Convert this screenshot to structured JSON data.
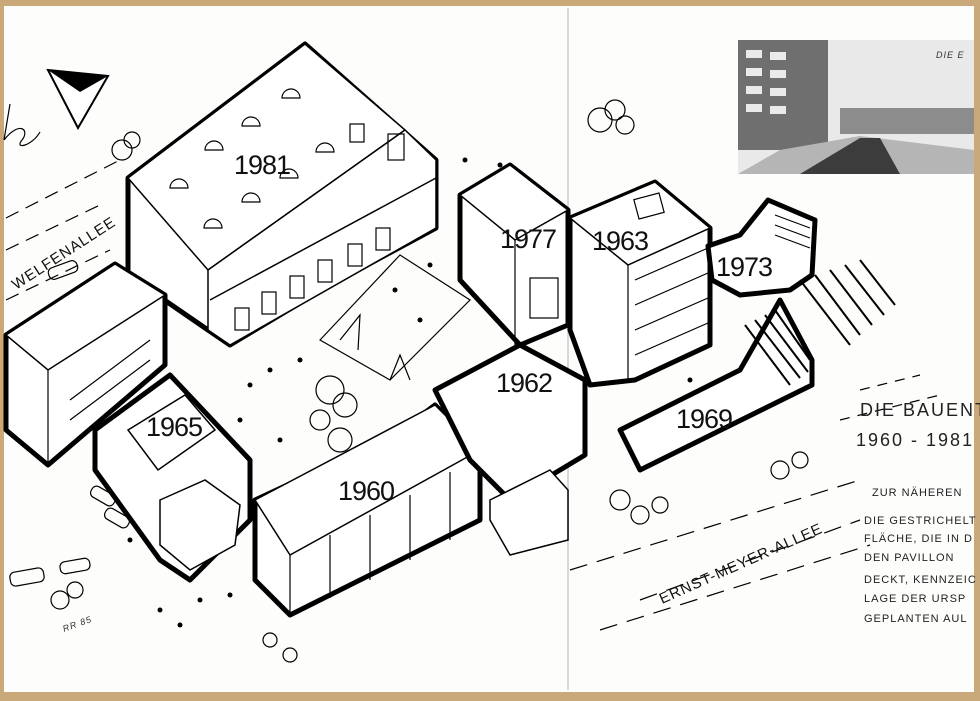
{
  "buildings": [
    {
      "year": "1981"
    },
    {
      "year": "1977"
    },
    {
      "year": "1963"
    },
    {
      "year": "1973"
    },
    {
      "year": "1962"
    },
    {
      "year": "1969"
    },
    {
      "year": "1965"
    },
    {
      "year": "1960"
    }
  ],
  "streets": {
    "left": "WELFENALLEE",
    "bottom": "ERNST-MEYER-ALLEE"
  },
  "side_text": {
    "heading_line1": "DIE BAUENTW",
    "heading_line2": "1960 - 1981",
    "intro": "ZUR NÄHEREN",
    "body": [
      "DIE GESTRICHELT",
      "FLÄCHE, DIE IN D",
      "DEN PAVILLON",
      "DECKT, KENNZEIC",
      "LAGE DER URSP",
      "GEPLANTEN AUL"
    ]
  },
  "photo_caption": "DIE E",
  "signature": "RR 85"
}
